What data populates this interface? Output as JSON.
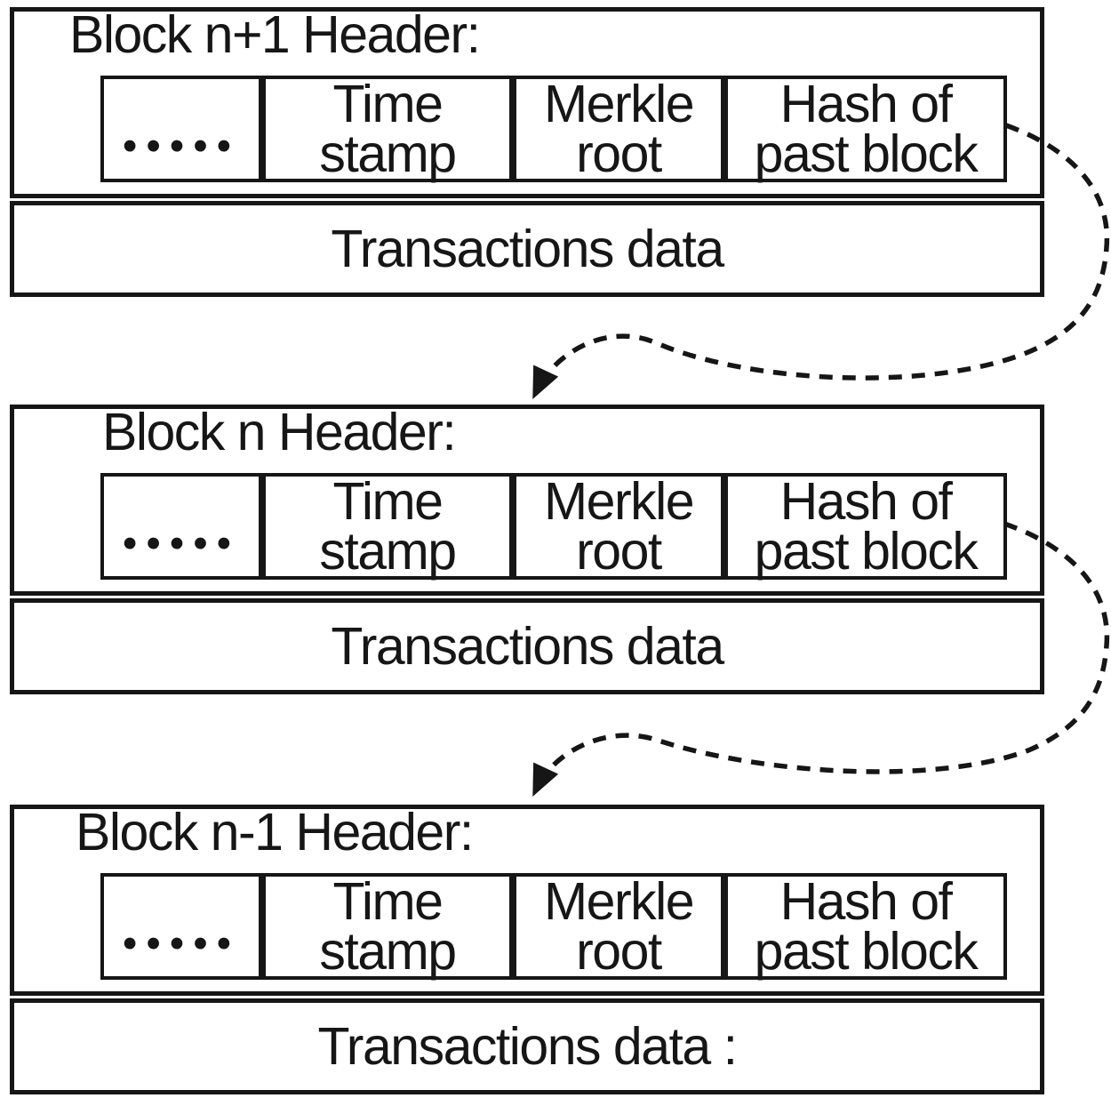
{
  "diagram": {
    "background_color": "#ffffff",
    "ink_color": "#161616",
    "blocks": [
      {
        "title": "Block n+1 Header:",
        "cells": [
          {
            "label": "•••••"
          },
          {
            "label": "Time stamp"
          },
          {
            "label": "Merkle root"
          },
          {
            "label": "Hash of past block"
          }
        ],
        "body_label": "Transactions data"
      },
      {
        "title": "Block n Header:",
        "cells": [
          {
            "label": "•••••"
          },
          {
            "label": "Time stamp"
          },
          {
            "label": "Merkle root"
          },
          {
            "label": "Hash of past block"
          }
        ],
        "body_label": "Transactions data"
      },
      {
        "title": "Block n-1 Header:",
        "cells": [
          {
            "label": "•••••"
          },
          {
            "label": "Time stamp"
          },
          {
            "label": "Merkle root"
          },
          {
            "label": "Hash of past block"
          }
        ],
        "body_label": "Transactions data :"
      }
    ]
  }
}
